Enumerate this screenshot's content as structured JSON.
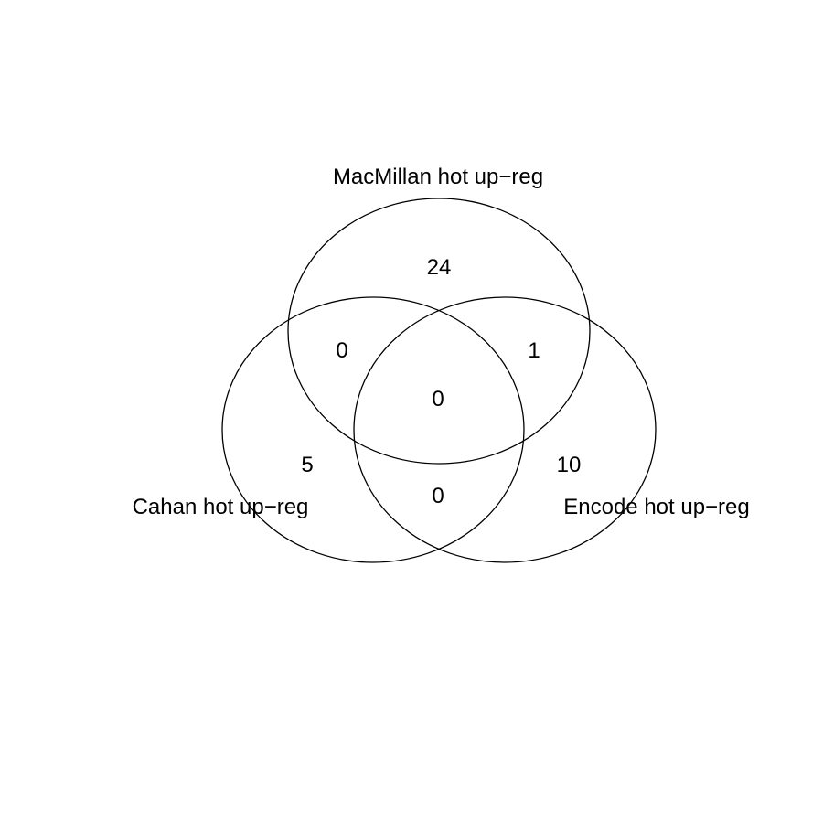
{
  "sets": {
    "macmillan": {
      "label": "MacMillan hot up−reg"
    },
    "cahan": {
      "label": "Cahan hot up−reg"
    },
    "encode": {
      "label": "Encode hot up−reg"
    }
  },
  "regions": {
    "macmillan_only": "24",
    "macmillan_cahan": "0",
    "macmillan_encode": "1",
    "all_three": "0",
    "cahan_only": "5",
    "encode_only": "10",
    "cahan_encode": "0"
  },
  "colors": {
    "stroke": "#000000",
    "text": "#000000",
    "background": "#ffffff"
  }
}
